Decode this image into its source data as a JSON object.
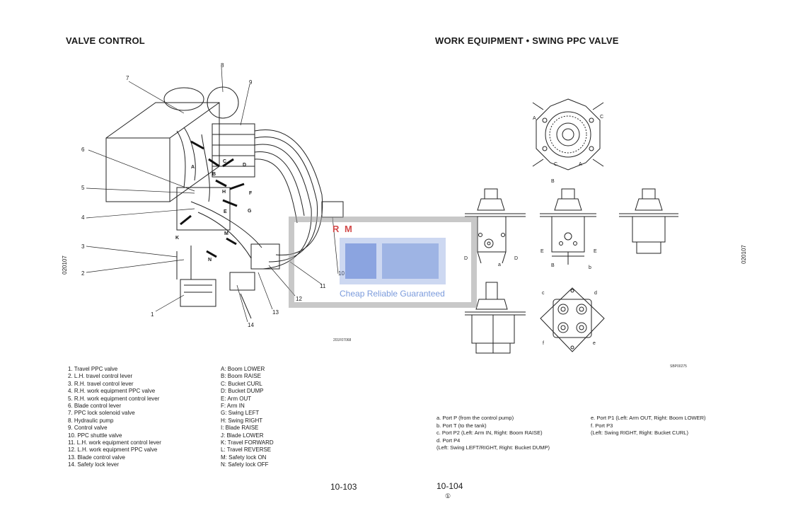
{
  "titles": {
    "left": "VALVE CONTROL",
    "right": "WORK EQUIPMENT • SWING PPC VALVE"
  },
  "side_codes": {
    "left": "020107",
    "right": "020107"
  },
  "figure_ids": {
    "left": "201F07068",
    "right": "SBP00275"
  },
  "callouts": [
    "1",
    "2",
    "3",
    "4",
    "5",
    "6",
    "7",
    "8",
    "9",
    "10",
    "11",
    "12",
    "13",
    "14"
  ],
  "arrow_letters": [
    "A",
    "B",
    "C",
    "D",
    "E",
    "F",
    "G",
    "H",
    "K",
    "M",
    "N"
  ],
  "valve_labels": {
    "top_view": [
      "A",
      "C",
      "C",
      "A"
    ],
    "section": [
      "B",
      "B",
      "D",
      "D",
      "E",
      "E",
      "a",
      "b"
    ],
    "ports": [
      "c",
      "d",
      "f",
      "e"
    ]
  },
  "parts": [
    "1.  Travel PPC valve",
    "2.  L.H. travel control lever",
    "3.  R.H. travel control lever",
    "4.  R.H. work equipment PPC valve",
    "5.  R.H. work equipment control lever",
    "6.  Blade control lever",
    "7.  PPC lock solenoid valve",
    "8.  Hydraulic pump",
    "9.  Control valve",
    "10. PPC shuttle valve",
    "11. L.H. work equipment control lever",
    "12. L.H. work equipment PPC valve",
    "13. Blade control valve",
    "14. Safety lock lever"
  ],
  "actions": [
    "A:  Boom LOWER",
    "B:  Boom RAISE",
    "C:  Bucket CURL",
    "D:  Bucket DUMP",
    "E:  Arm OUT",
    "F:  Arm IN",
    "G:  Swing LEFT",
    "H:  Swing RIGHT",
    "I:   Blade RAISE",
    "J:  Blade LOWER",
    "K:  Travel FORWARD",
    "L:  Travel REVERSE",
    "M: Safety lock ON",
    "N:  Safety lock OFF"
  ],
  "ports_left": [
    "a.  Port P (from the control pump)",
    "b.  Port T (to the tank)",
    "c.  Port P2 (Left: Arm IN, Right: Boom RAISE)",
    "d.  Port P4",
    "      (Left: Swing LEFT/RIGHT, Right: Bucket DUMP)"
  ],
  "ports_right": [
    "e.  Port P1 (Left: Arm OUT, Right: Boom LOWER)",
    "f.   Port P3",
    "      (Left: Swing RIGHT, Right: Bucket CURL)"
  ],
  "page_numbers": {
    "left": "10-103",
    "right": "10-104"
  },
  "footer_mark": "①",
  "watermark": {
    "brand": "R M",
    "slogan": "Cheap Reliable Guaranteed"
  },
  "colors": {
    "ink": "#1a1a1a",
    "watermark_blue": "#6f8fd8",
    "watermark_red": "#d24a4a",
    "watermark_gray": "#9a9a9a"
  }
}
